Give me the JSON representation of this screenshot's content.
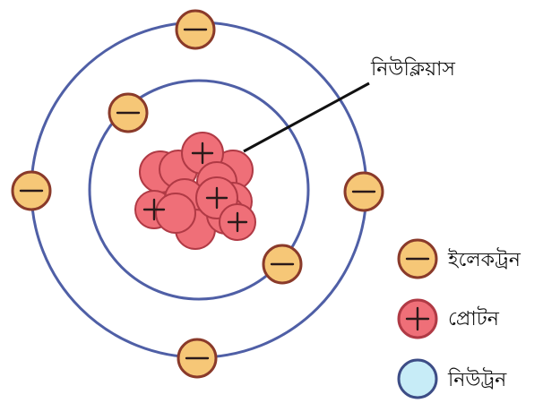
{
  "diagram": {
    "nucleus_label": "নিউক্লিয়াস",
    "legend": [
      {
        "kind": "electron",
        "label": "ইলেকট্রন"
      },
      {
        "kind": "proton",
        "label": "প্রোটন"
      },
      {
        "kind": "neutron",
        "label": "নিউট্রন"
      }
    ]
  },
  "colors": {
    "orbit": "#4f5fa6",
    "electron_fill": "#f6c777",
    "electron_stroke": "#8a3a2a",
    "proton_fill": "#ef6f78",
    "proton_stroke": "#b03a45",
    "neutron_fill": "#c7ecf7",
    "neutron_stroke": "#3d4d86"
  }
}
